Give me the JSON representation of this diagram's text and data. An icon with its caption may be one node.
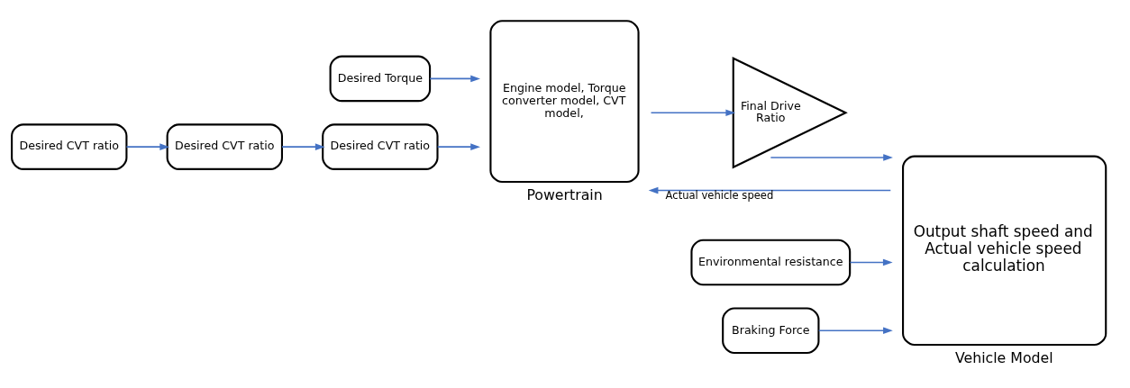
{
  "diagram": {
    "nodes": [
      {
        "text": [
          "Desired Torque"
        ]
      },
      {
        "text": [
          "Desired CVT ratio"
        ]
      },
      {
        "text": [
          "Desired CVT ratio"
        ]
      },
      {
        "text": [
          "Desired CVT ratio"
        ]
      },
      {
        "text": [
          "Engine model, Torque converter model, CVT model,",
          "Powertrain"
        ]
      },
      {
        "text": [
          "Final Drive Ratio"
        ]
      },
      {
        "text": [
          "Environmental resistance"
        ]
      },
      {
        "text": [
          "Braking Force"
        ]
      },
      {
        "text": [
          "Output shaft speed and Actual vehicle speed calculation",
          "Vehicle Model"
        ]
      }
    ],
    "edges": [
      {
        "from": 0,
        "to": 4,
        "arrow": "to"
      },
      {
        "from": 1,
        "to": 2,
        "arrow": "to"
      },
      {
        "from": 2,
        "to": 3,
        "arrow": "to"
      },
      {
        "from": 3,
        "to": 4,
        "arrow": "to"
      },
      {
        "from": 4,
        "to": 5,
        "arrow": "to"
      },
      {
        "from": 5,
        "to": 8,
        "arrow": "to"
      },
      {
        "from": 6,
        "to": 8,
        "arrow": "to"
      },
      {
        "from": 7,
        "to": 8,
        "arrow": "to"
      },
      {
        "from": 8,
        "to": 4,
        "arrow": "to",
        "label": "Actual vehicle speed"
      }
    ]
  }
}
